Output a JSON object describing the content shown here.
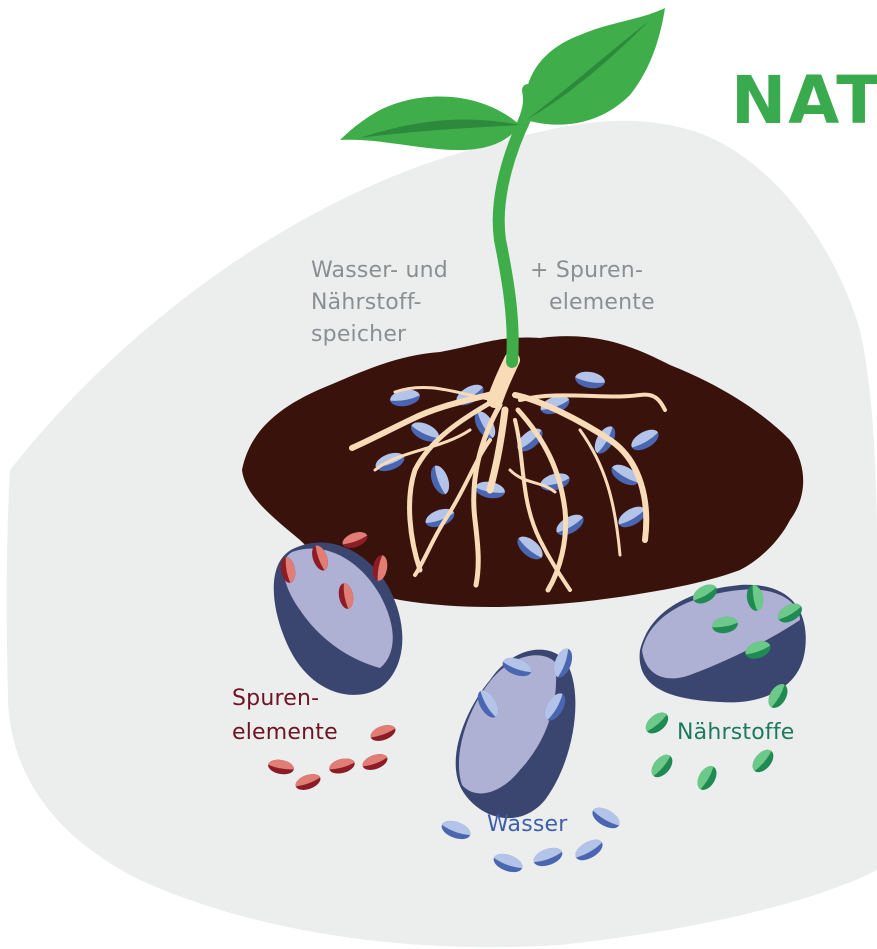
{
  "title": "NAT",
  "labels": {
    "storage_line1": "Wasser- und",
    "storage_line2": "Nährstoff-",
    "storage_line3": "speicher",
    "trace_top_line1": "+ Spuren-",
    "trace_top_line2": "elemente",
    "trace_line1": "Spuren-",
    "trace_line2": "elemente",
    "water": "Wasser",
    "nutrients": "Nährstoffe"
  },
  "colors": {
    "title": "#3aaa4e",
    "background_blob": "#eceeee",
    "soil": "#3a120c",
    "roots": "#f8dcb8",
    "leaves": "#3fae4a",
    "stone_light": "#aeb0d4",
    "stone_dark": "#3a4670",
    "trace_red": "#c23a3e",
    "water_blue": "#5c7fcf",
    "nutrient_green": "#2f9a62",
    "label_grey": "#8a8f93",
    "label_red": "#6e1422",
    "label_blue": "#3f5fa8",
    "label_green": "#1d7a5e"
  },
  "icons": [
    "plant-sprout-icon",
    "soil-clump-icon",
    "root-system-icon",
    "water-drop-icon",
    "nutrient-grain-icon",
    "trace-element-grain-icon",
    "stone-icon"
  ]
}
